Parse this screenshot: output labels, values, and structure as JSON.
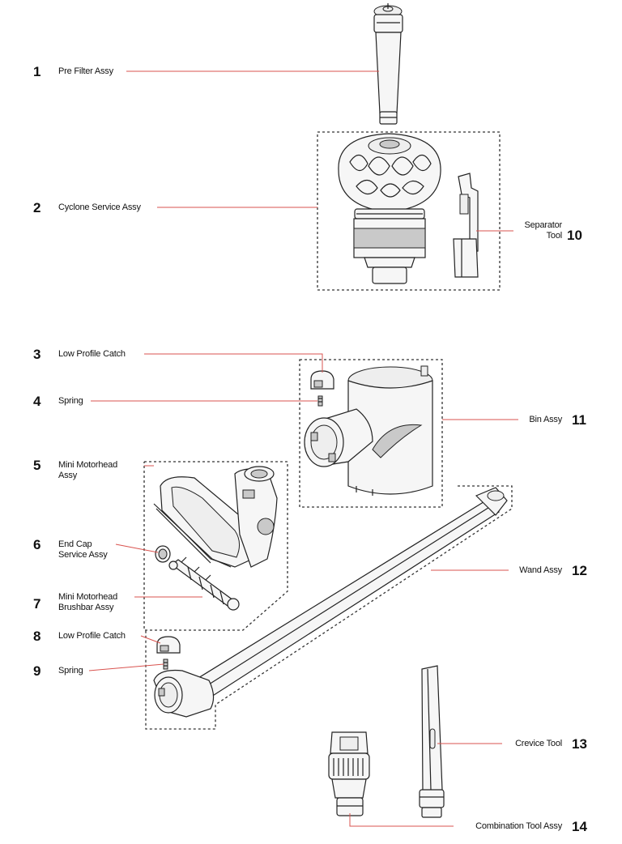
{
  "parts": [
    {
      "number": "1",
      "label": "Pre Filter Assy"
    },
    {
      "number": "2",
      "label": "Cyclone Service Assy"
    },
    {
      "number": "3",
      "label": "Low Profile Catch"
    },
    {
      "number": "4",
      "label": "Spring"
    },
    {
      "number": "5",
      "label": "Mini Motorhead\nAssy"
    },
    {
      "number": "6",
      "label": "End Cap\nService Assy"
    },
    {
      "number": "7",
      "label": "Mini Motorhead\nBrushbar Assy"
    },
    {
      "number": "8",
      "label": "Low Profile Catch"
    },
    {
      "number": "9",
      "label": "Spring"
    },
    {
      "number": "10",
      "label": "Separator\nTool"
    },
    {
      "number": "11",
      "label": "Bin Assy"
    },
    {
      "number": "12",
      "label": "Wand Assy"
    },
    {
      "number": "13",
      "label": "Crevice Tool"
    },
    {
      "number": "14",
      "label": "Combination Tool Assy"
    }
  ],
  "colors": {
    "leader_line": "#d9534f",
    "outline": "#222222",
    "dashed_box": "#333333"
  }
}
